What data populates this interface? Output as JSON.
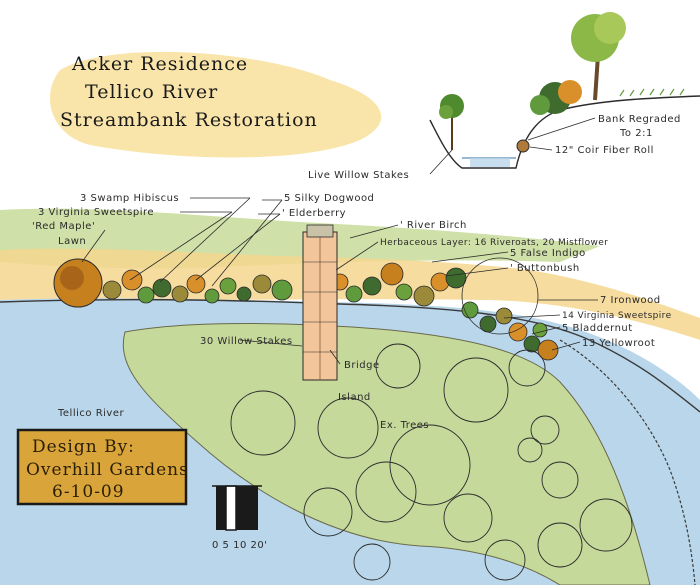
{
  "title": {
    "line1": "Acker Residence",
    "line2": "Tellico River",
    "line3": "Streambank Restoration"
  },
  "section": {
    "bank_regraded_1": "Bank Regraded",
    "bank_regraded_2": "To 2:1",
    "coir_roll": "12\" Coir Fiber Roll",
    "live_willow_stakes": "Live Willow Stakes"
  },
  "labels": {
    "swamp_hibiscus": "3 Swamp Hibiscus",
    "virginia_sweetspire_left": "3 Virginia Sweetspire",
    "red_maple": "'Red Maple'",
    "lawn": "Lawn",
    "silky_dogwood": "5 Silky Dogwood",
    "elderberry": "' Elderberry",
    "river_birch": "' River Birch",
    "herbaceous_layer": "Herbaceous Layer: 16 Riveroats, 20 Mistflower",
    "false_indigo": "5 False Indigo",
    "buttonbush": "' Buttonbush",
    "ironwood": "7 Ironwood",
    "virginia_sweetspire_right": "14 Virginia Sweetspire",
    "bladdernut": "5 Bladdernut",
    "yellowroot": "13 Yellowroot",
    "willow_stakes": "30 Willow Stakes",
    "bridge": "Bridge",
    "island": "Island",
    "ex_trees": "Ex. Trees",
    "tellico_river": "Tellico River"
  },
  "design_stamp": {
    "line1": "Design By:",
    "line2": "Overhill Gardens",
    "line3": "6-10-09"
  },
  "scale": {
    "ticks": "0 5 10    20'"
  },
  "colors": {
    "water": "#b9d6ea",
    "lawn": "#cfe0a8",
    "island": "#c5d99b",
    "bank": "#f4d68e",
    "title_wash": "#f7dc8e",
    "stamp": "#d9a43a",
    "shrub_green": "#5f9a3c",
    "shrub_olive": "#9a8a3a",
    "shrub_orange": "#d9902a",
    "shrub_dark": "#3f6b2f"
  }
}
